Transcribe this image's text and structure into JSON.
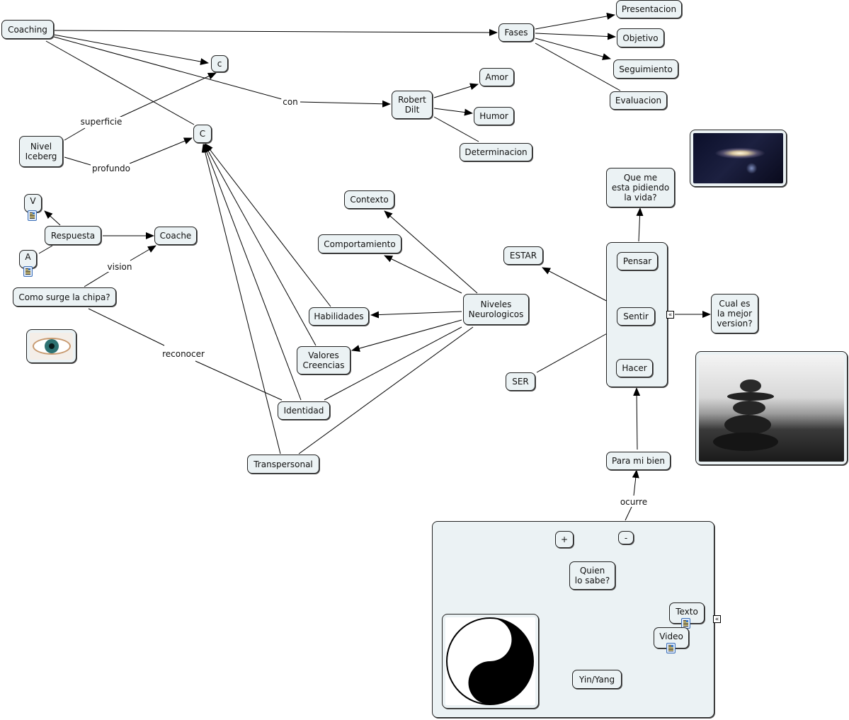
{
  "map": {
    "nodes": {
      "coaching": "Coaching",
      "fases": "Fases",
      "presentacion": "Presentacion",
      "objetivo": "Objetivo",
      "seguimiento": "Seguimiento",
      "evaluacion": "Evaluacion",
      "c_lower": "c",
      "c_upper": "C",
      "robert_dilt": "Robert\nDilt",
      "amor": "Amor",
      "humor": "Humor",
      "determinacion": "Determinacion",
      "nivel_iceberg": "Nivel\nIceberg",
      "v": "V",
      "a": "A",
      "respuesta": "Respuesta",
      "coache": "Coache",
      "como_surge": "Como surge la chipa?",
      "contexto": "Contexto",
      "comportamiento": "Comportamiento",
      "habilidades": "Habilidades",
      "valores_creencias": "Valores\nCreencias",
      "identidad": "Identidad",
      "transpersonal": "Transpersonal",
      "niveles_neurologicos": "Niveles\nNeurologicos",
      "que_me_pide": "Que me\nesta pidiendo\nla vida?",
      "estar": "ESTAR",
      "ser": "SER",
      "pensar": "Pensar",
      "sentir": "Sentir",
      "hacer": "Hacer",
      "cual_es": "Cual es\nla mejor\nversion?",
      "para_mi_bien": "Para mi bien",
      "plus": "+",
      "minus": "-",
      "quien_lo_sabe": "Quien\nlo sabe?",
      "texto": "Texto",
      "video": "Video",
      "yin_yang": "Yin/Yang"
    },
    "link_labels": {
      "con": "con",
      "superficie": "superficie",
      "profundo": "profundo",
      "vision": "vision",
      "reconocer": "reconocer",
      "ocurre": "ocurre"
    },
    "images": {
      "galaxy": "galaxy-image",
      "stones": "zen-stones-image",
      "eye": "eye-image",
      "yinyang": "yin-yang-image"
    },
    "collapse_glyph": "«",
    "colors": {
      "node_fill": "#ebf2f4",
      "line": "#000000"
    }
  }
}
